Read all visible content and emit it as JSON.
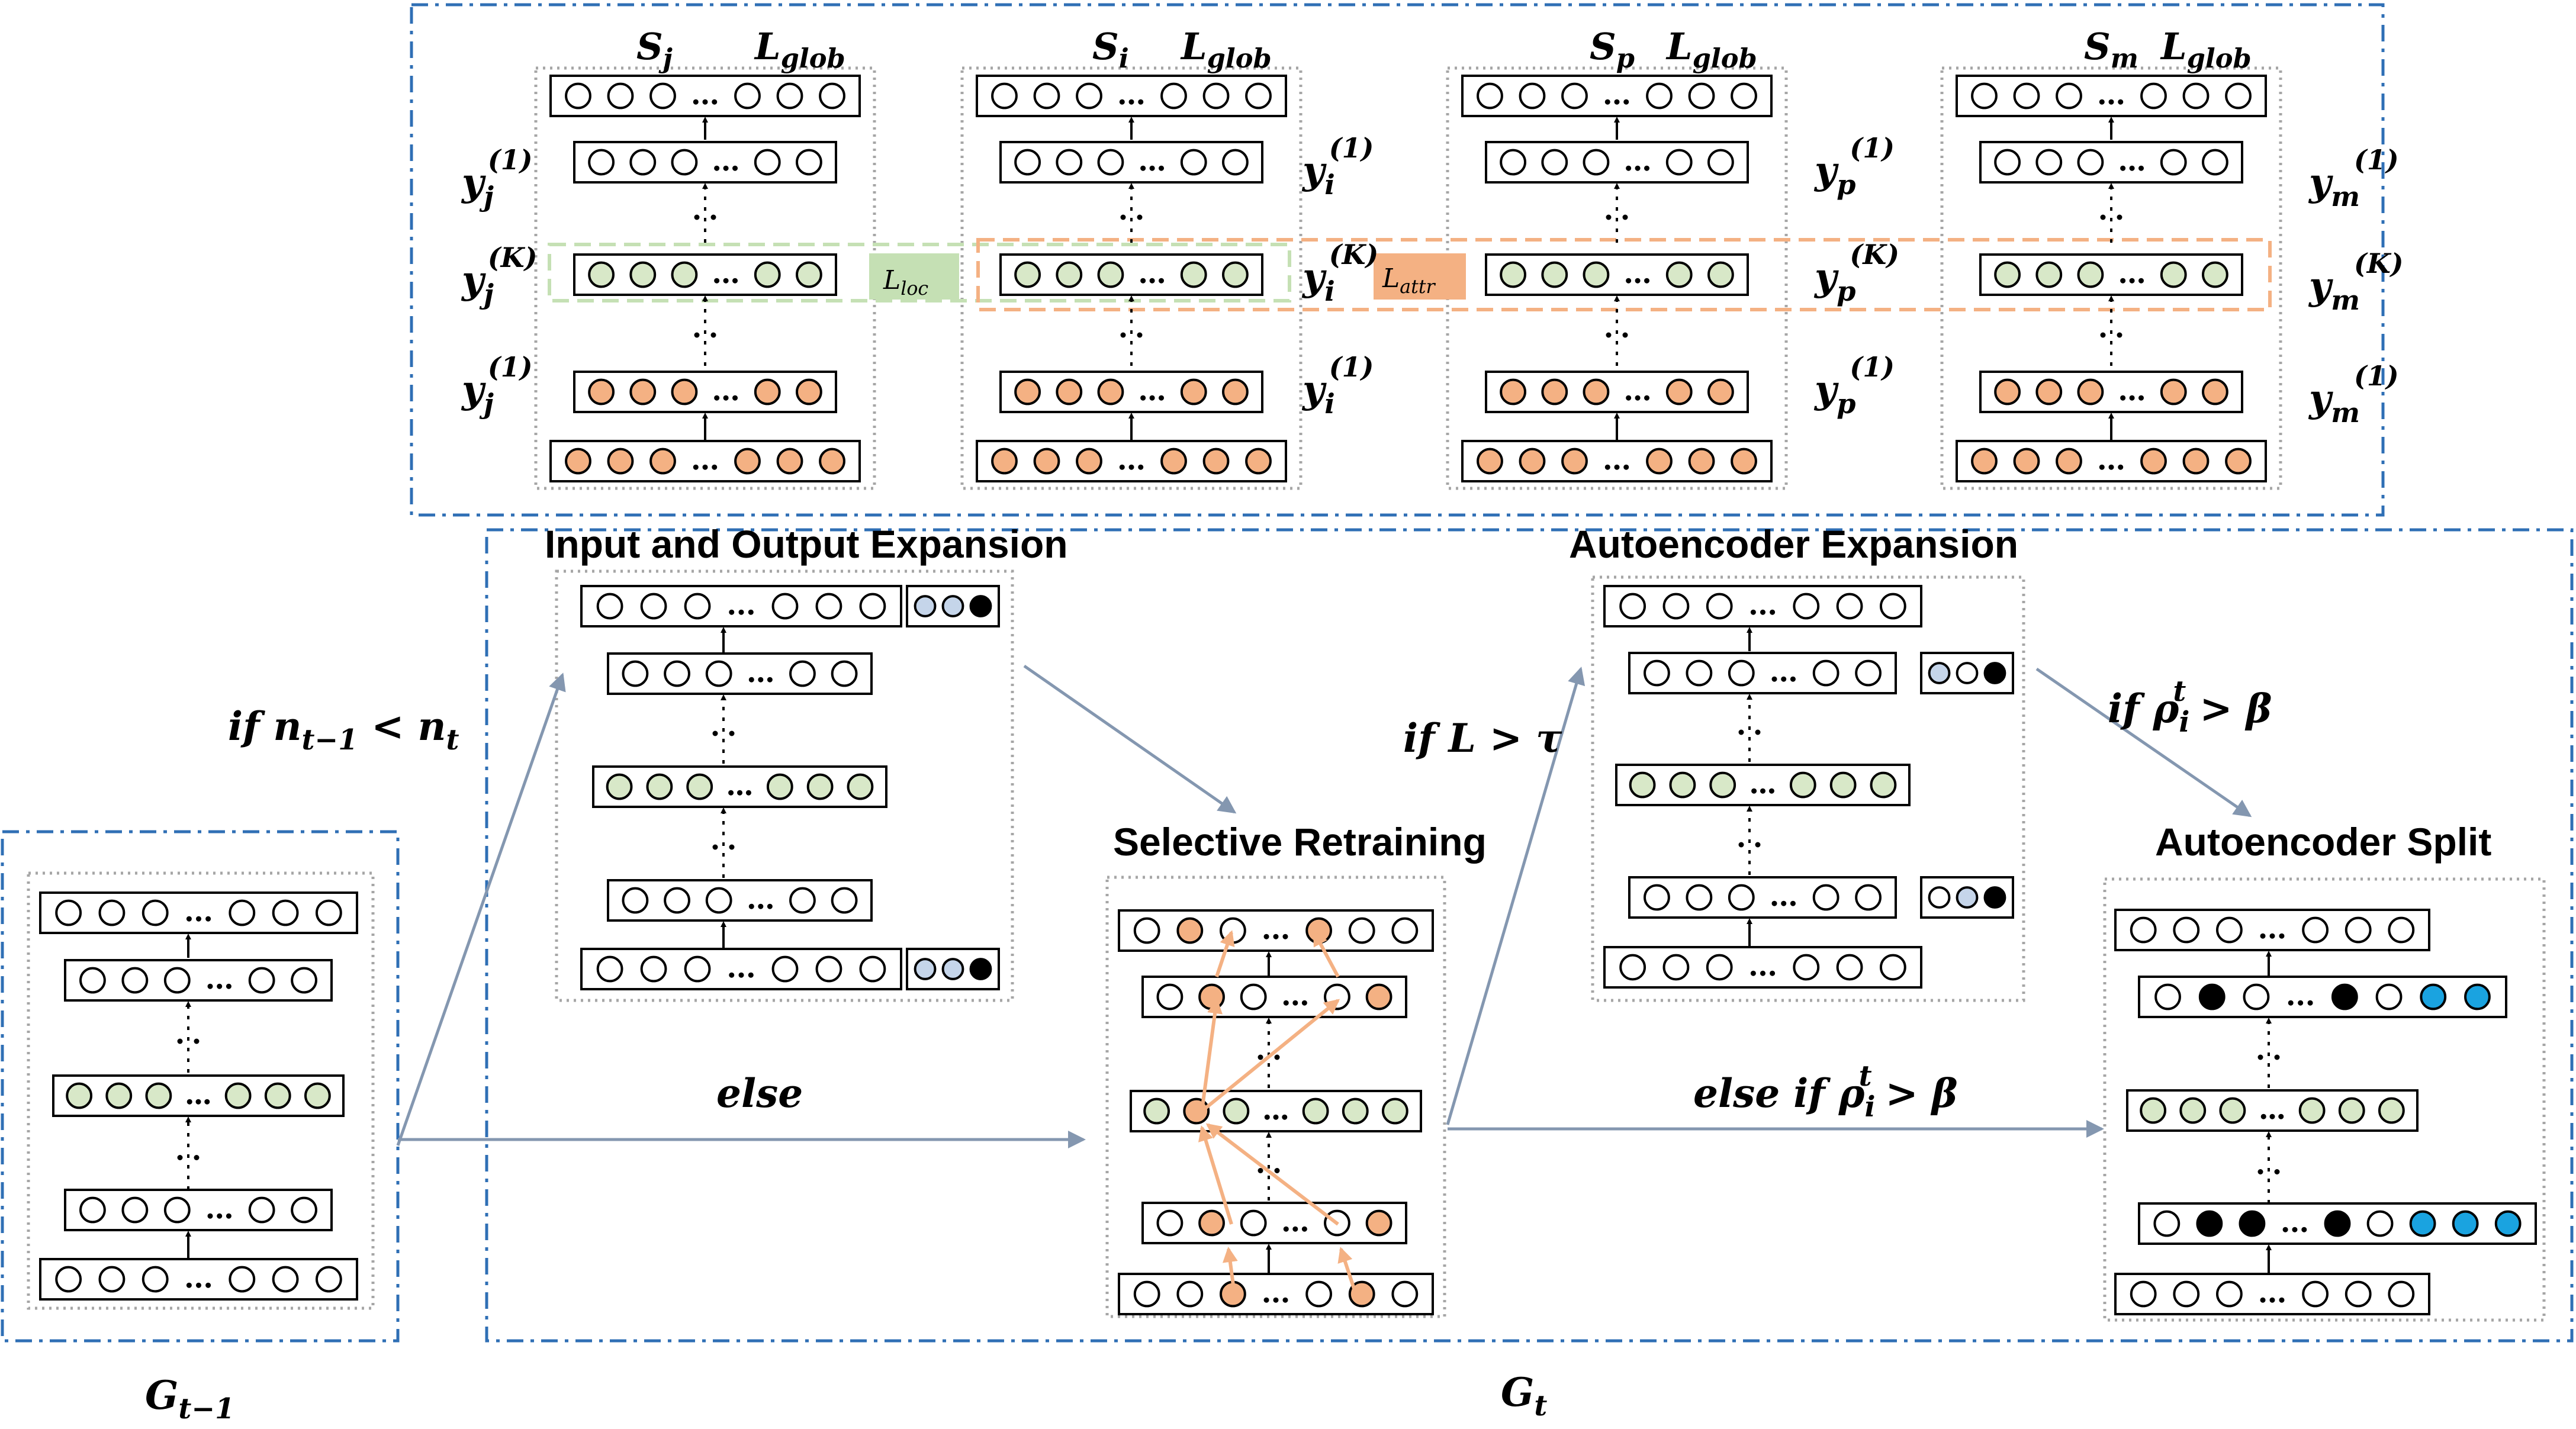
{
  "colors": {
    "frame_blue": "#2f6fb5",
    "dotted_gray": "#a6a6a6",
    "node_orange": "#f4b183",
    "node_green": "#d8e8c8",
    "node_blue": "#c5d5ea",
    "node_cyan": "#1aa3e0",
    "node_black": "#000000",
    "arrow_gray": "#8497b0",
    "loc_green": "#c5e0b4",
    "attr_orange": "#f4b183",
    "orange_line": "#f4b183"
  },
  "top_panel": {
    "columns": [
      {
        "id": "j",
        "S": "S",
        "S_sub": "j",
        "L": "L",
        "L_sub": "glob",
        "y1_top": {
          "base": "y",
          "sub": "j",
          "sup": "(1)"
        },
        "yK": {
          "base": "y",
          "sub": "j",
          "sup": "(K)"
        },
        "y1_bot": {
          "base": "y",
          "sub": "j",
          "sup": "(1)"
        }
      },
      {
        "id": "i",
        "S": "S",
        "S_sub": "i",
        "L": "L",
        "L_sub": "glob",
        "y1_top": {
          "base": "y",
          "sub": "i",
          "sup": "(1)"
        },
        "yK": {
          "base": "y",
          "sub": "i",
          "sup": "(K)"
        },
        "y1_bot": {
          "base": "y",
          "sub": "i",
          "sup": "(1)"
        }
      },
      {
        "id": "p",
        "S": "S",
        "S_sub": "p",
        "L": "L",
        "L_sub": "glob",
        "y1_top": {
          "base": "y",
          "sub": "p",
          "sup": "(1)"
        },
        "yK": {
          "base": "y",
          "sub": "p",
          "sup": "(K)"
        },
        "y1_bot": {
          "base": "y",
          "sub": "p",
          "sup": "(1)"
        }
      },
      {
        "id": "m",
        "S": "S",
        "S_sub": "m",
        "L": "L",
        "L_sub": "glob",
        "y1_top": {
          "base": "y",
          "sub": "m",
          "sup": "(1)"
        },
        "yK": {
          "base": "y",
          "sub": "m",
          "sup": "(K)"
        },
        "y1_bot": {
          "base": "y",
          "sub": "m",
          "sup": "(1)"
        }
      }
    ],
    "L_loc": {
      "base": "L",
      "sub": "loc"
    },
    "L_attr": {
      "base": "L",
      "sub": "attr"
    }
  },
  "titles": {
    "input_output_expansion": "Input and Output Expansion",
    "autoencoder_expansion": "Autoencoder Expansion",
    "selective_retraining": "Selective Retraining",
    "autoencoder_split": "Autoencoder Split"
  },
  "conditions": {
    "if_n": {
      "pre": "if n",
      "sub1": "t−1",
      "mid": " < n",
      "sub2": "t"
    },
    "else": "else",
    "if_L": "if L > τ",
    "if_rho": {
      "pre": "if ρ",
      "sub": "i",
      "sup": "t",
      "post": " > β"
    },
    "else_if_rho": {
      "pre": "else if ρ",
      "sub": "i",
      "sup": "t",
      "post": " > β"
    }
  },
  "graph_labels": {
    "prev": {
      "base": "G",
      "sub": "t−1"
    },
    "curr": {
      "base": "G",
      "sub": "t"
    }
  }
}
